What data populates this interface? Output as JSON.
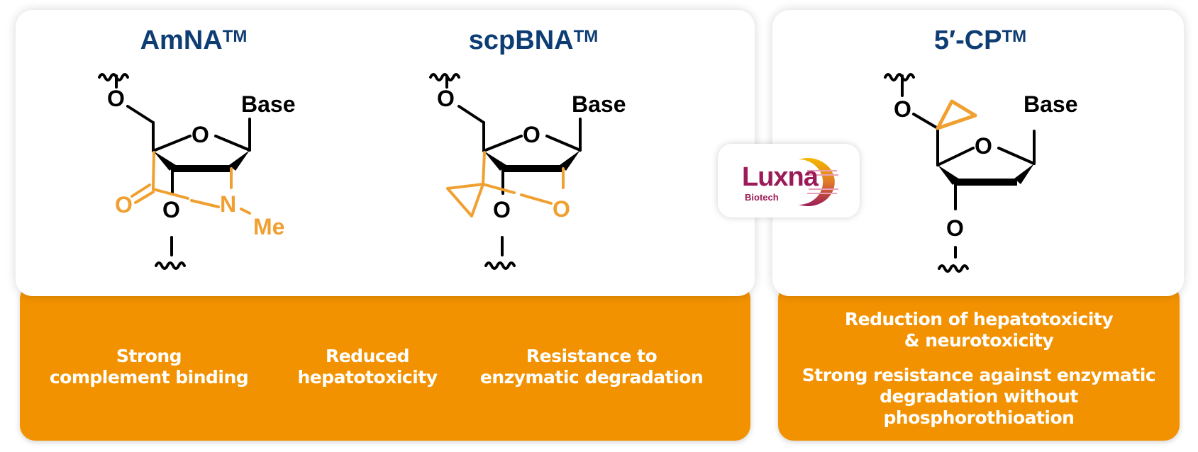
{
  "colors": {
    "title_blue": "#0e3d74",
    "accent_orange": "#f39200",
    "molecule_orange": "#f0a030",
    "logo_magenta": "#9b1b58"
  },
  "modifications": [
    {
      "title": "AmNA",
      "trademark": "TM",
      "atoms": {
        "top_o": "O",
        "ring_o": "O",
        "base": "Base",
        "carbonyl_o": "O",
        "bottom_o": "O",
        "n": "N",
        "me": "Me"
      }
    },
    {
      "title": "scpBNA",
      "trademark": "TM",
      "atoms": {
        "top_o": "O",
        "ring_o": "O",
        "base": "Base",
        "bottom_o": "O",
        "bridge_o": "O"
      }
    },
    {
      "title": "5′-CP",
      "trademark": "TM",
      "atoms": {
        "top_o": "O",
        "ring_o": "O",
        "base": "Base",
        "bottom_o": "O"
      }
    }
  ],
  "logo": {
    "name": "Luxna",
    "subtitle": "Biotech"
  },
  "benefits_left": [
    {
      "line1": "Strong",
      "line2": "complement binding"
    },
    {
      "line1": "Reduced",
      "line2": "hepatotoxicity"
    },
    {
      "line1": "Resistance to",
      "line2": "enzymatic degradation"
    }
  ],
  "benefits_right": [
    {
      "line1": "Reduction of hepatotoxicity",
      "line2": "& neurotoxicity"
    },
    {
      "line1": "Strong resistance against enzymatic",
      "line2": "degradation without",
      "line3": "phosphorothioation"
    }
  ]
}
